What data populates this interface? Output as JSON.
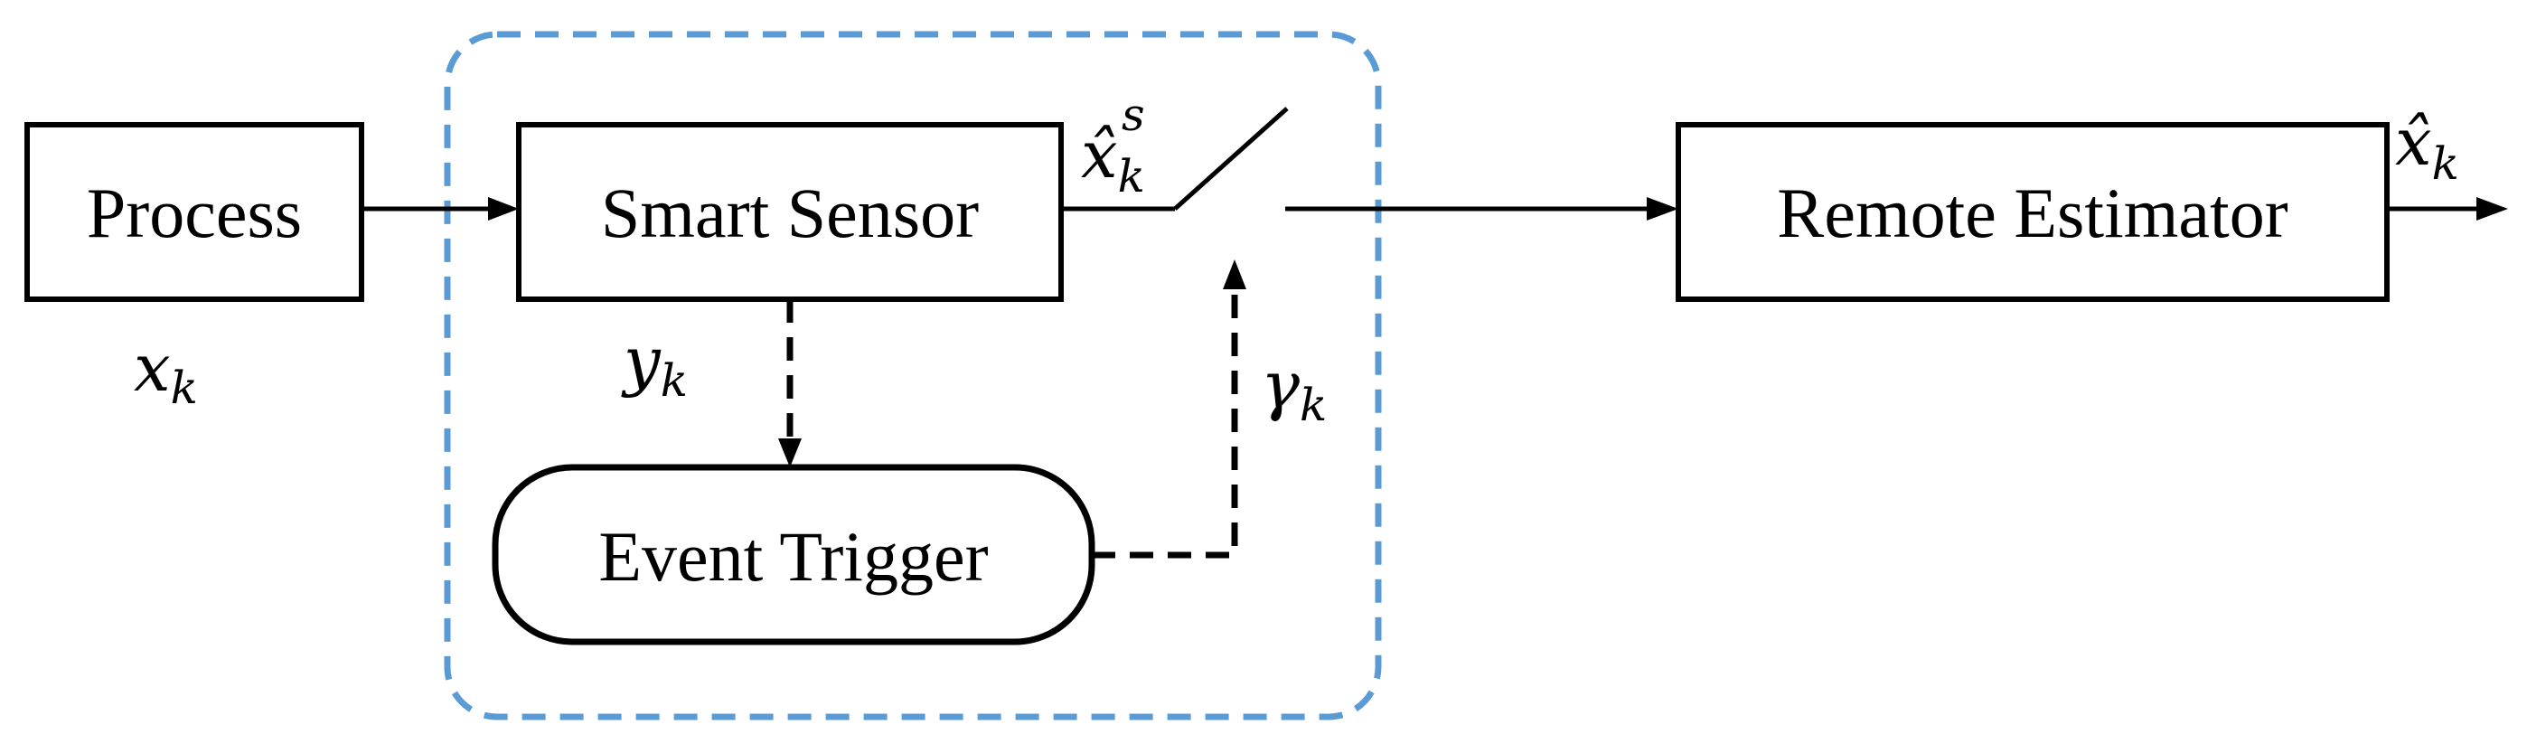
{
  "blocks": {
    "process": {
      "label": "Process"
    },
    "smart_sensor": {
      "label": "Smart Sensor"
    },
    "event_trigger": {
      "label": "Event Trigger"
    },
    "remote_estimator": {
      "label": "Remote Estimator"
    }
  },
  "signals": {
    "x_k": {
      "symbol": "x",
      "subscript": "k"
    },
    "y_k": {
      "symbol": "y",
      "subscript": "k"
    },
    "gamma_k": {
      "symbol": "γ",
      "subscript": "k"
    },
    "x_hat_s_k": {
      "symbol": "x̂",
      "subscript": "k",
      "superscript": "s"
    },
    "x_hat_k": {
      "symbol": "x̂",
      "subscript": "k"
    }
  },
  "colors": {
    "line": "#000000",
    "sensor_group_border": "#5b9bd5",
    "background": "#ffffff"
  }
}
